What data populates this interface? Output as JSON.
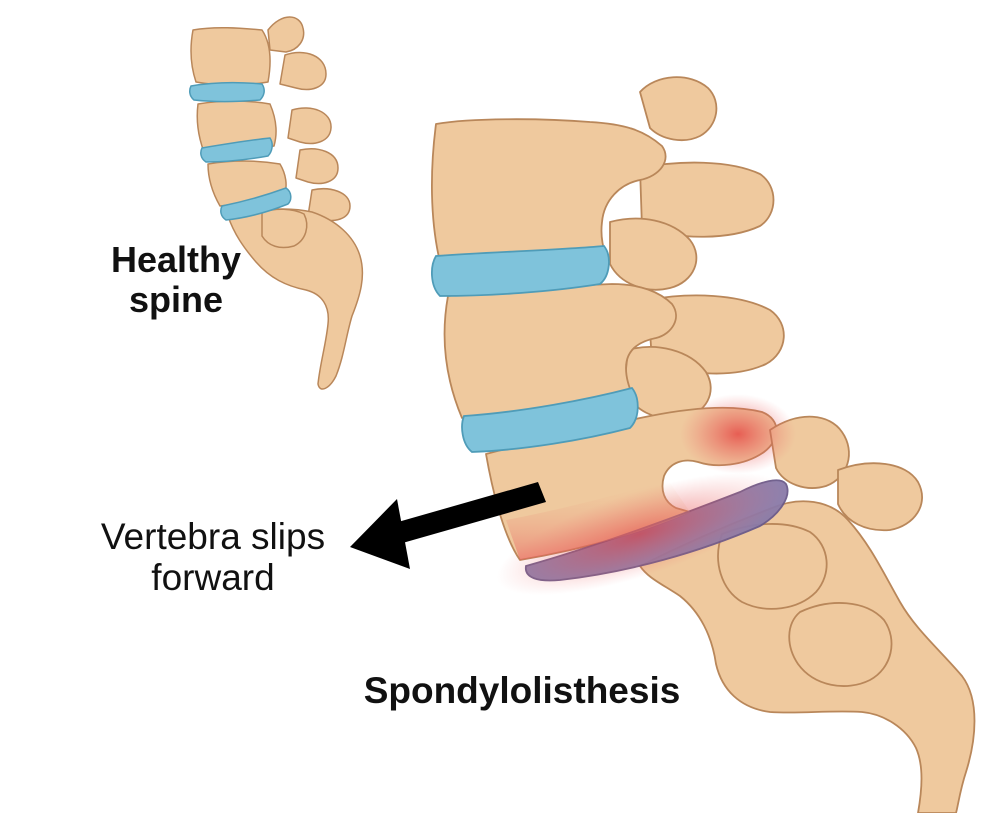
{
  "labels": {
    "healthy_line1": "Healthy",
    "healthy_line2": "spine",
    "slip_line1": "Vertebra slips",
    "slip_line2": "forward",
    "condition": "Spondylolisthesis"
  },
  "colors": {
    "bone": "#efc99e",
    "bone_outline": "#b9875a",
    "disc": "#7fc3db",
    "disc_outline": "#4f9cb8",
    "slipped_disc": "#8a7aa8",
    "inflammation": "#e43a3a",
    "arrow": "#000000",
    "text": "#111111"
  }
}
